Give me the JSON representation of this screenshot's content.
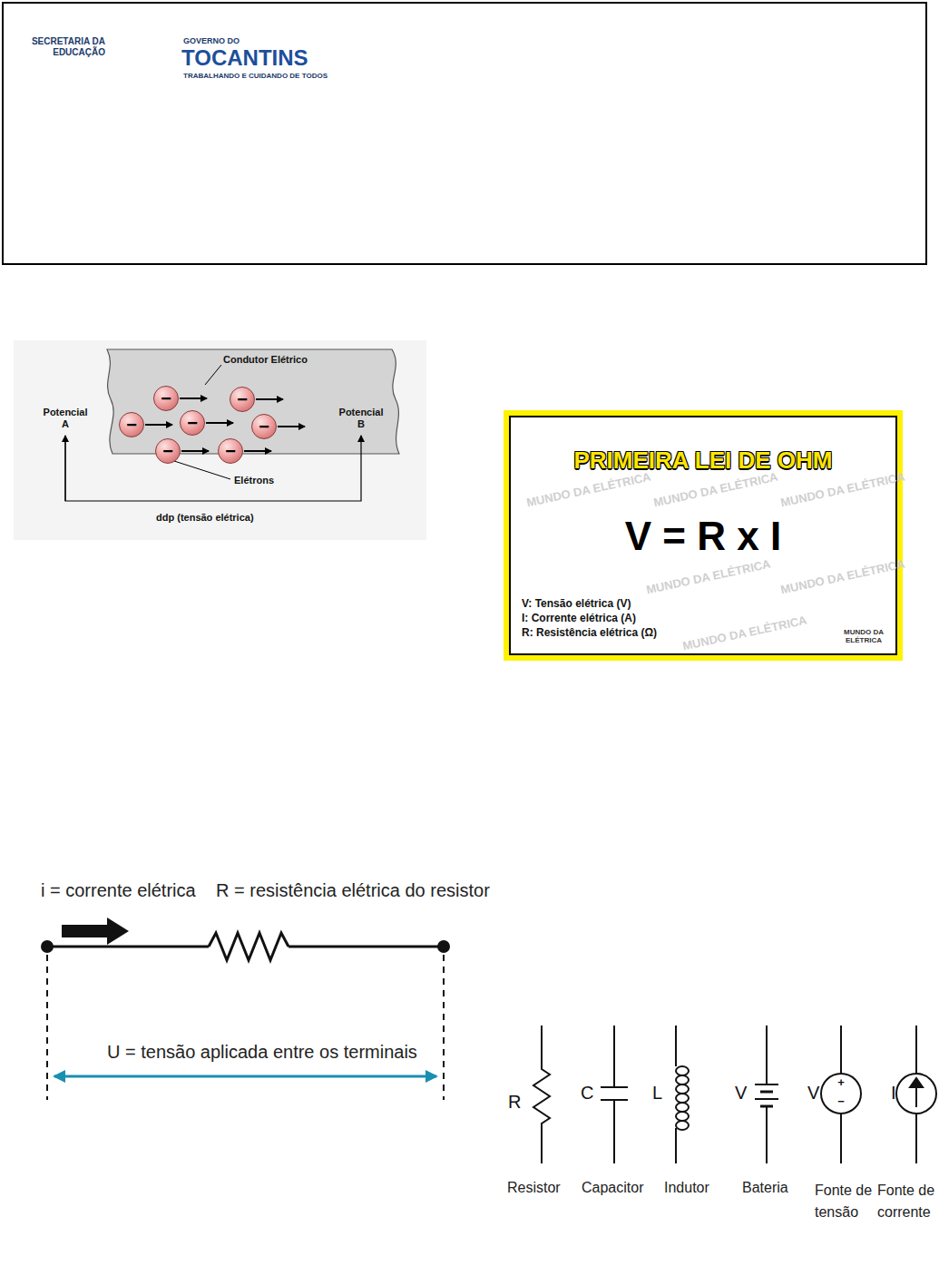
{
  "diagram": {
    "nodes": [
      {
        "text": [
          "SECRETARIA DA EDUCAÇÃO",
          "GOVERNO DO",
          "TOCANTINS",
          "TRABALHANDO E CUIDANDO DE TODOS"
        ]
      },
      {
        "text": [
          "−"
        ]
      },
      {
        "text": [
          "−"
        ]
      },
      {
        "text": [
          "−"
        ]
      },
      {
        "text": [
          "−"
        ]
      },
      {
        "text": [
          "−"
        ]
      },
      {
        "text": [
          "−"
        ]
      },
      {
        "text": [
          "−"
        ]
      },
      {
        "text": [
          "PRIMEIRA LEI DE OHM",
          "V = R x I",
          "V: Tensão elétrica (V)",
          "I: Corrente elétrica (A)",
          "R: Resistência elétrica (Ω)"
        ]
      },
      {
        "text": [
          "+",
          "−"
        ]
      }
    ],
    "labels": [
      "Condutor Elétrico",
      "Potencial A",
      "Potencial B",
      "Elétrons",
      "ddp (tensão elétrica)",
      "MUNDO DA ELÉTRICA",
      "MUNDO DA ELÉTRICA",
      "MUNDO DA ELÉTRICA",
      "MUNDO DA ELÉTRICA",
      "MUNDO DA ELÉTRICA",
      "MUNDO DA ELÉTRICA",
      "MUNDO DA ELÉTRICA",
      "i = corrente elétrica",
      "R = resistência elétrica do resistor",
      "U = tensão aplicada entre os terminais",
      "R",
      "C",
      "L",
      "V",
      "V",
      "I",
      "Resistor",
      "Capacitor",
      "Indutor",
      "Bateria",
      "Fonte de tensão",
      "Fonte de corrente"
    ]
  }
}
